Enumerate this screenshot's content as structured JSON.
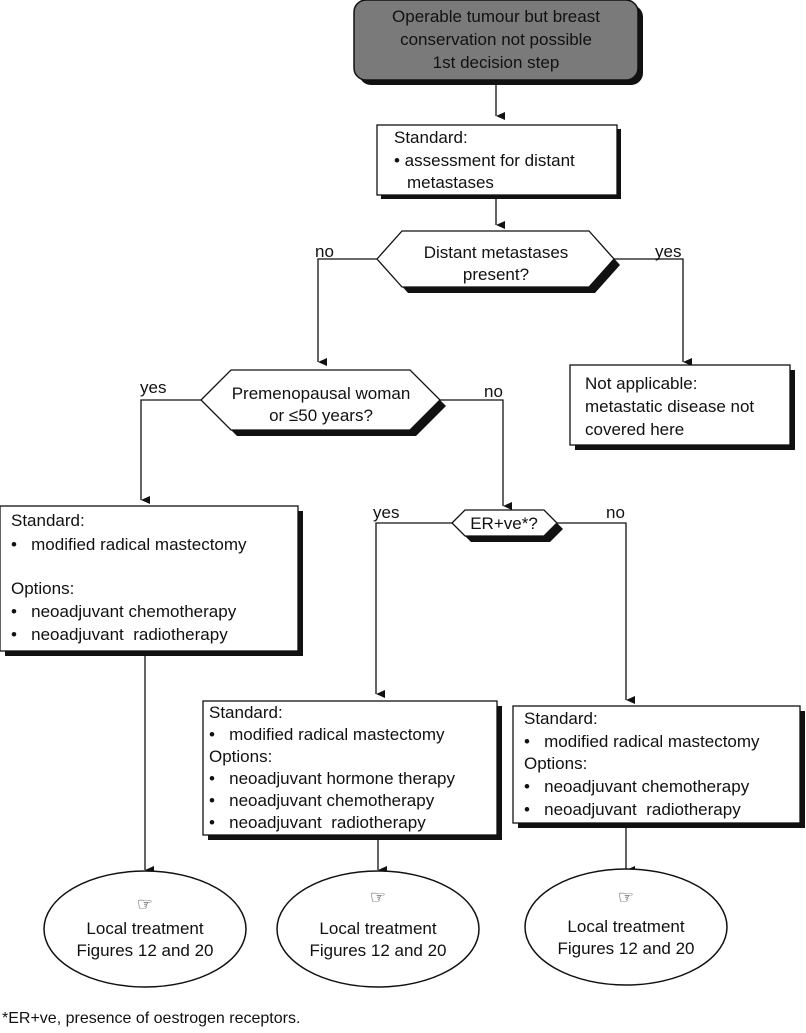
{
  "start": {
    "lines": [
      "Operable tumour but breast",
      "conservation not possible",
      "1st decision step"
    ]
  },
  "assess": {
    "lines": [
      "Standard:",
      "• assessment for distant",
      "  metastases"
    ]
  },
  "q_metastases": {
    "lines": [
      "Distant metastases",
      "present?"
    ],
    "no_label": "no",
    "yes_label": "yes"
  },
  "not_applicable": {
    "lines": [
      "Not  applicable:",
      "metastatic disease not",
      "covered here"
    ]
  },
  "q_premenopausal": {
    "lines": [
      "Premenopausal woman",
      "or ≤50 years?"
    ],
    "yes_label": "yes",
    "no_label": "no"
  },
  "q_er": {
    "lines": [
      "ER+ve*?"
    ],
    "yes_label": "yes",
    "no_label": "no"
  },
  "box_left": {
    "lines": [
      "Standard:",
      "•   modified radical mastectomy",
      "",
      "Options:",
      "•   neoadjuvant chemotherapy",
      "•   neoadjuvant  radiotherapy"
    ]
  },
  "box_mid": {
    "lines": [
      "Standard:",
      "•   modified radical mastectomy",
      "Options:",
      "•   neoadjuvant hormone therapy",
      "•   neoadjuvant chemotherapy",
      "•   neoadjuvant  radiotherapy"
    ]
  },
  "box_right": {
    "lines": [
      "Standard:",
      "•   modified radical mastectomy",
      "Options:",
      "•   neoadjuvant chemotherapy",
      "•   neoadjuvant  radiotherapy"
    ]
  },
  "end_left": {
    "icon": "pointing-hand-icon",
    "lines": [
      "Local treatment",
      "Figures 12 and 20"
    ]
  },
  "end_mid": {
    "icon": "pointing-hand-icon",
    "lines": [
      "Local treatment",
      "Figures 12 and 20"
    ]
  },
  "end_right": {
    "icon": "pointing-hand-icon",
    "lines": [
      "Local treatment",
      "Figures 12 and 20"
    ]
  },
  "footnote": "*ER+ve, presence of oestrogen receptors.",
  "colors": {
    "start_fill": "#7a7a7a",
    "line": "#111111",
    "shadow": "#111111"
  }
}
